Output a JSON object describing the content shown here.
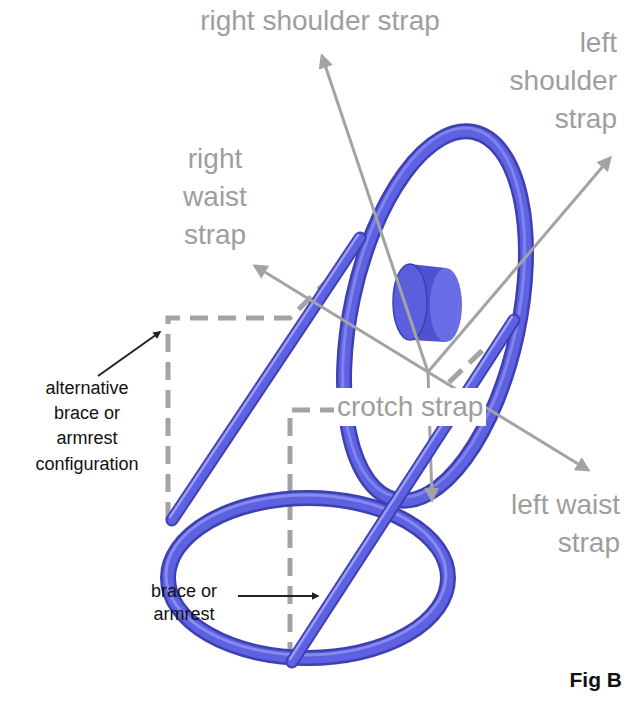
{
  "diagram": {
    "labels": [
      "right shoulder strap",
      "left shoulder strap",
      "right waist strap",
      "alternative brace or armrest configuration",
      "crotch strap",
      "left waist strap",
      "brace or armrest",
      "Fig B"
    ]
  }
}
